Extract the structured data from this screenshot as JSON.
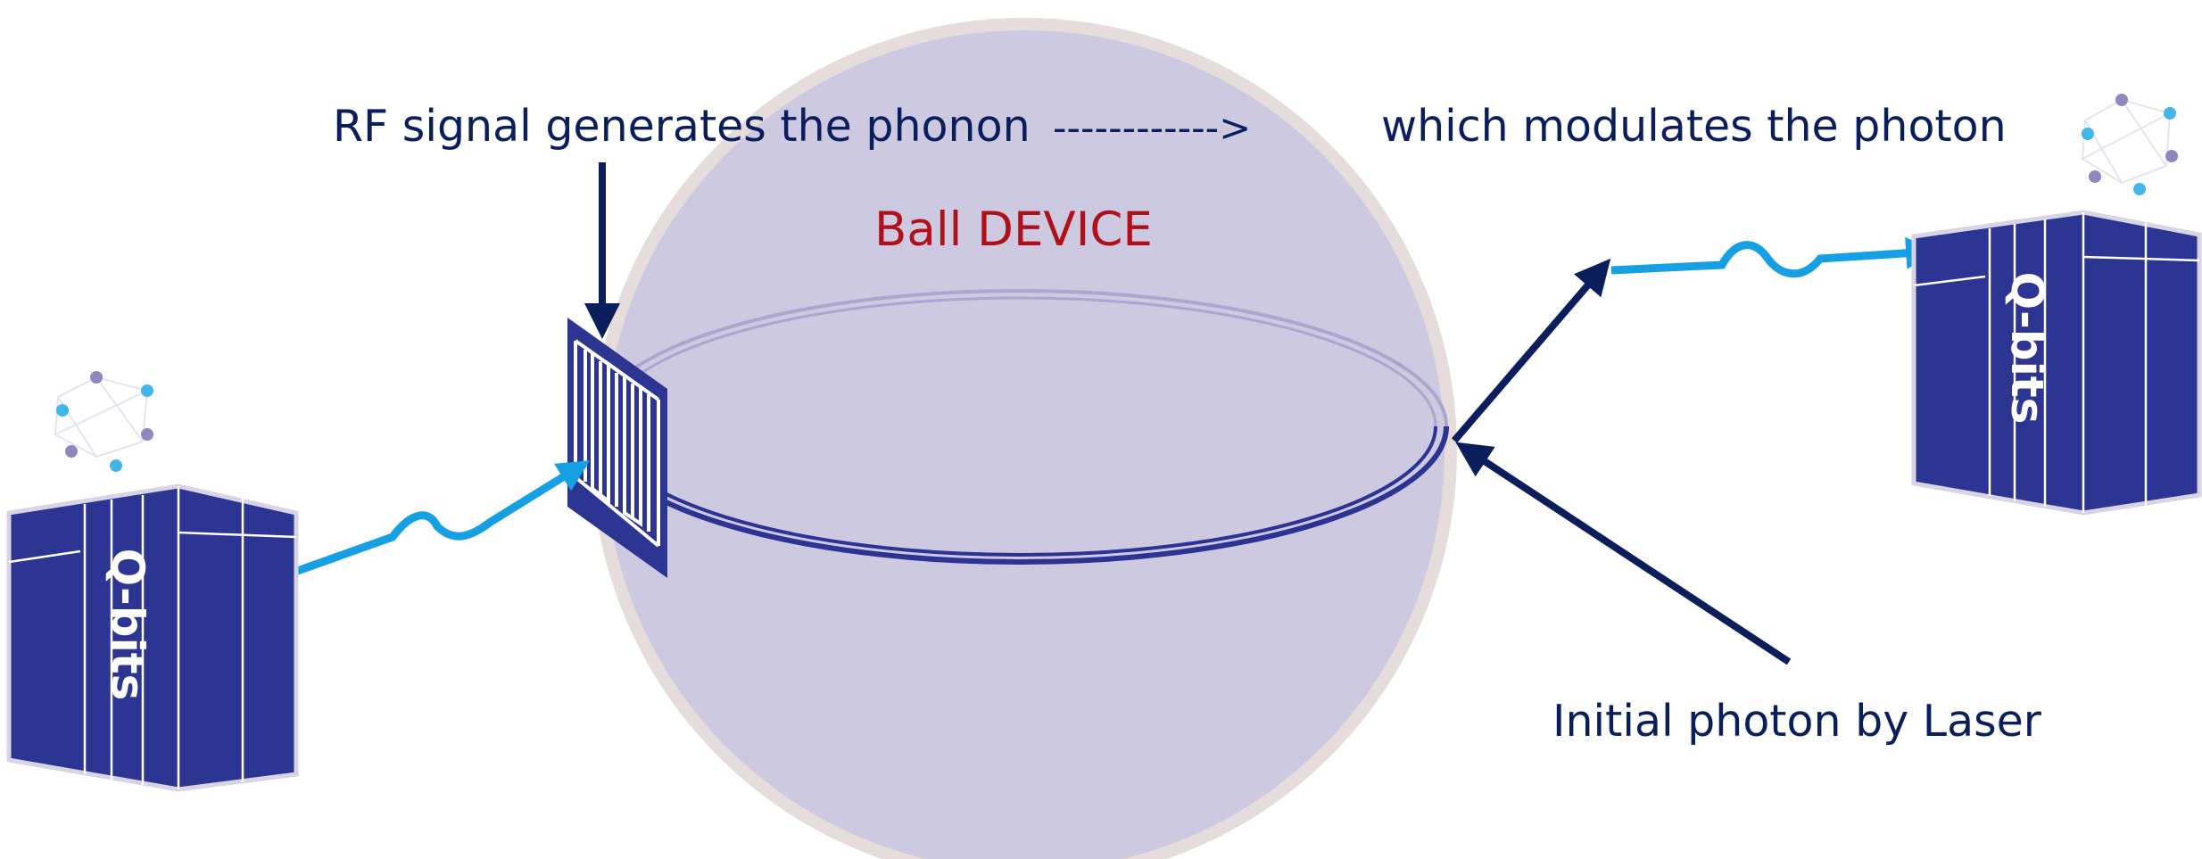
{
  "labels": {
    "rf_signal": "RF signal generates the phonon",
    "dashed_arrow": "------------>",
    "modulates": "which modulates the photon",
    "device": "Ball DEVICE",
    "laser": "Initial photon by Laser",
    "qbits_left": "Q-bits",
    "qbits_right": "Q-bits"
  },
  "colors": {
    "navy": "#0a1e5c",
    "device_red": "#b0101c",
    "sphere_fill": "#cdc9e0",
    "sphere_rim": "#e6dcdc",
    "ring": "#2c3393",
    "server_blue": "#2c3592",
    "photon_wave": "#16a0e3",
    "atom_blue": "#45b4e6",
    "atom_purple": "#8f87bd"
  },
  "icons": [
    "atom-icon",
    "server-block-icon",
    "interdigital-transducer-icon",
    "photon-wave-icon"
  ]
}
